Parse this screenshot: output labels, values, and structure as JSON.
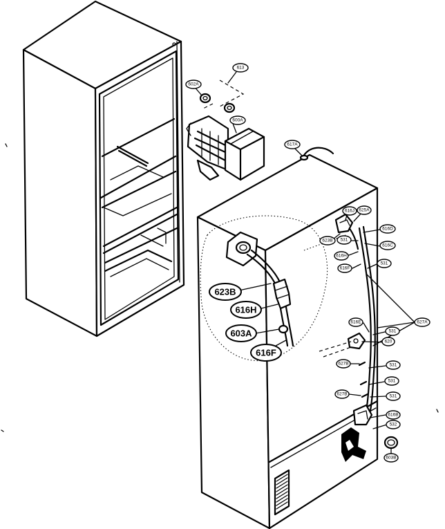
{
  "small_labels": {
    "l613": "613",
    "l602a": "602A",
    "l600a": "600A",
    "l617a": "617A",
    "l616j": "616J",
    "l625a": "625A",
    "l616d": "616D",
    "l623b_small": "623B",
    "l531_a": "531",
    "l616c": "616C",
    "l616h_small": "616H",
    "l531_b": "531",
    "l616f_small": "616F",
    "l616e": "616E",
    "l627a": "627A",
    "l531_c": "531",
    "l620": "620",
    "l627b": "627B",
    "l531_d": "531",
    "l531_e": "531",
    "l627b_2": "627B",
    "l531_f": "531",
    "l616b": "616B",
    "l532": "532",
    "l603b": "603B"
  },
  "callout_labels": {
    "c623b": "623B",
    "c616h": "616H",
    "c603a": "603A",
    "c616f": "616F"
  }
}
